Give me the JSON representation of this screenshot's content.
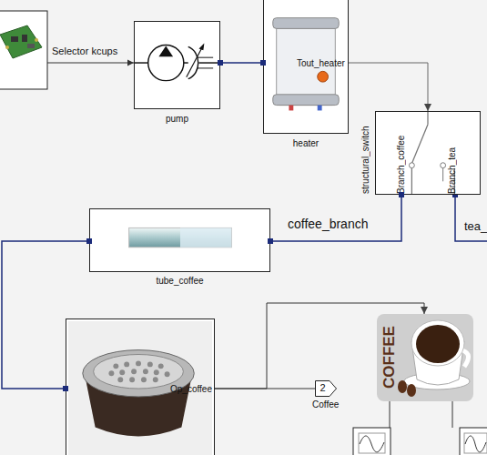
{
  "diagram": {
    "nodes": [
      {
        "text": [
          "pump"
        ]
      },
      {
        "text": [
          "Tout_heater",
          "heater"
        ]
      },
      {
        "text": [
          "structural_switch",
          "Branch_coffee",
          "Branch_tea"
        ]
      },
      {
        "text": [
          "tube_coffee"
        ]
      },
      {
        "text": [
          "Op_coffee"
        ]
      },
      {
        "text": [
          "2",
          "Coffee"
        ]
      },
      {
        "text": [
          "COFFEE"
        ]
      }
    ],
    "edges": [
      {
        "from": 0,
        "to": 1,
        "arrow": "none"
      },
      {
        "from": 1,
        "to": 2,
        "arrow": "to"
      },
      {
        "from": 2,
        "to": 3,
        "label": "coffee_branch",
        "arrow": "none"
      },
      {
        "from": 3,
        "to": 4,
        "arrow": "none"
      },
      {
        "from": 4,
        "to": 5,
        "arrow": "none"
      },
      {
        "from": 4,
        "to": 6,
        "arrow": "to"
      }
    ],
    "labels": [
      "Selector kcups",
      "tea_"
    ]
  }
}
